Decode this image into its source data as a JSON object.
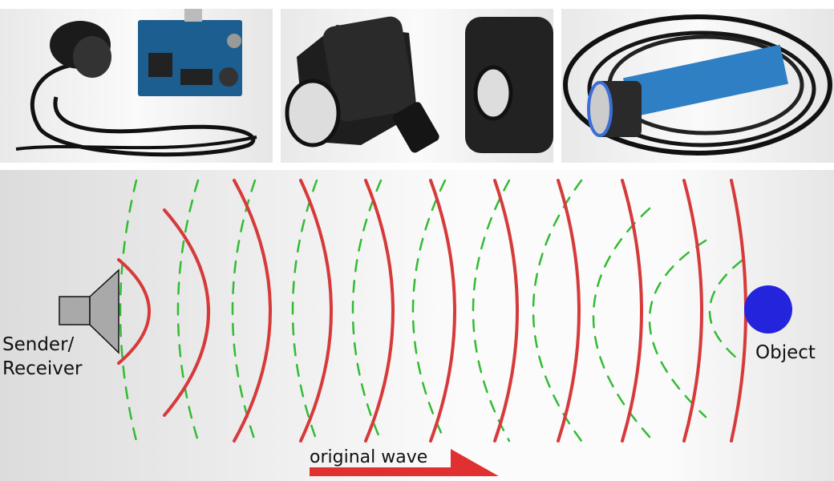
{
  "labels": {
    "sender_line1": "Sender/",
    "sender_line2": "Receiver",
    "object": "Object",
    "arrow": "original wave"
  },
  "colors": {
    "original_wave": "#d63a3a",
    "reflected_wave": "#33bb33",
    "object": "#2424dd",
    "speaker": "#a9a9a9"
  }
}
